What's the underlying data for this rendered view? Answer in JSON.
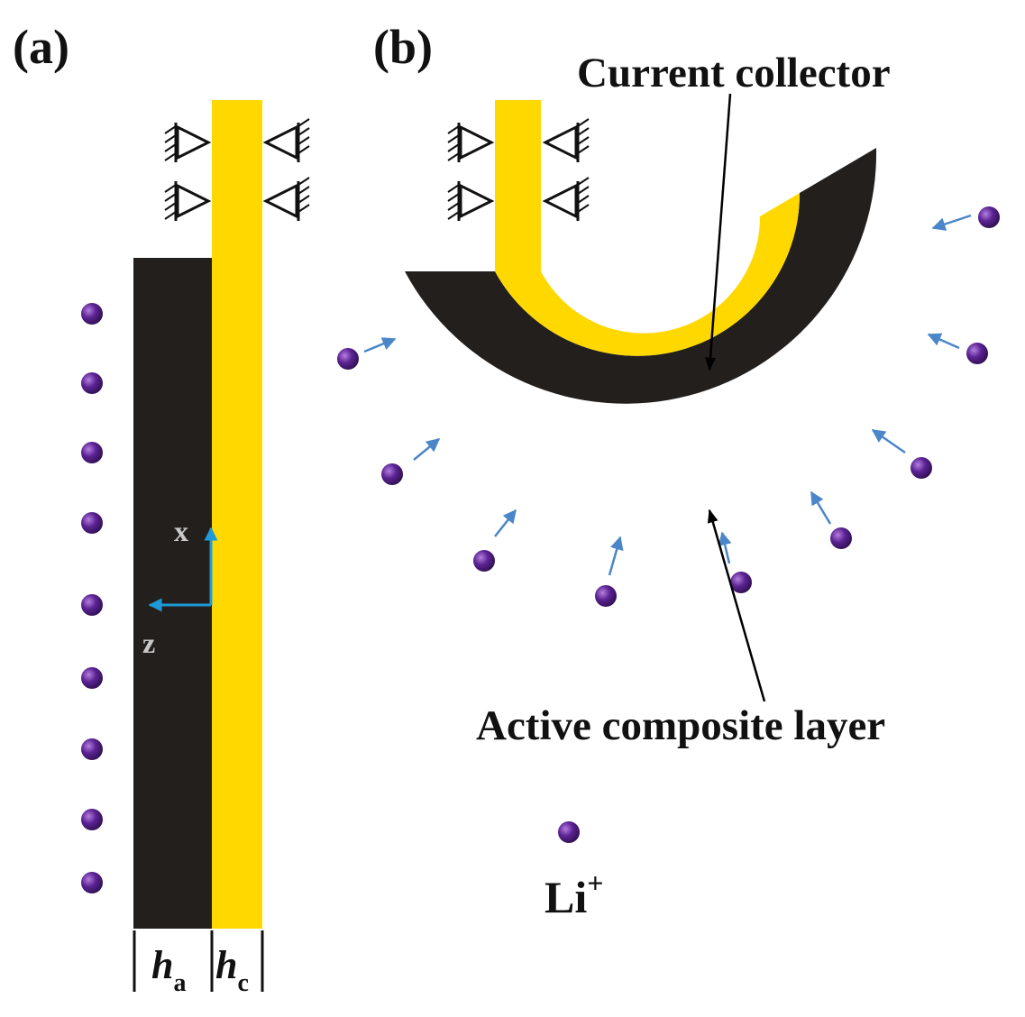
{
  "panels": {
    "a": {
      "label": "(a)"
    },
    "b": {
      "label": "(b)"
    }
  },
  "labels": {
    "current_collector": "Current collector",
    "active_layer": "Active composite layer",
    "ion_symbol": "Li",
    "ion_charge": "+",
    "axis_x": "x",
    "axis_z": "z",
    "thickness_a_main": "h",
    "thickness_a_sub": "a",
    "thickness_c_main": "h",
    "thickness_c_sub": "c"
  },
  "colors": {
    "active_layer": "#231f1c",
    "current_collector": "#ffd800",
    "lithium_ion": "#4b1a7a",
    "ion_arrow": "#4a86c8",
    "axis_arrow": "#1f9ad6",
    "annotation": "#000000"
  }
}
